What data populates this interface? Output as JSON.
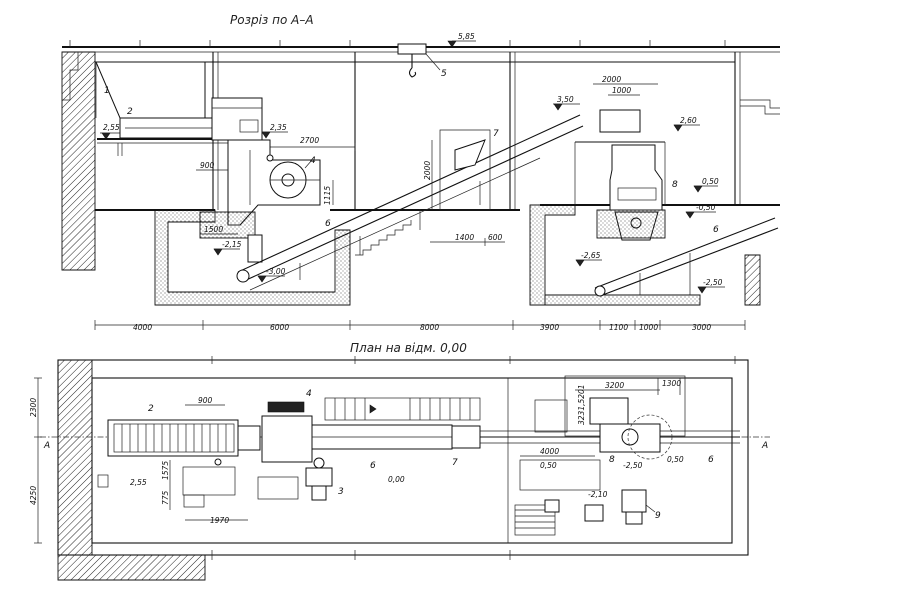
{
  "section": {
    "title": "Розріз по А–А",
    "levels": {
      "top": "5,85",
      "left_platform": "2,55",
      "feeder": "2,35",
      "right_upper": "3,50",
      "right_platform": "2,60",
      "right_small": "0,50",
      "right_small_neg": "-0,50",
      "pit_left": "-2,15",
      "pit_conveyor": "-3,00",
      "pit_right": "-2,65",
      "pit_far_right": "-2,50"
    },
    "dims": {
      "d900": "900",
      "d2700": "2700",
      "d2000_vertical": "2000",
      "d2000_top": "2000",
      "d1000_top": "1000",
      "d1115": "1115",
      "d1500": "1500",
      "d1400": "1400",
      "d600": "600"
    },
    "bottom_dims": [
      "4000",
      "6000",
      "8000",
      "3900",
      "1100",
      "1000",
      "3000"
    ],
    "labels": [
      "1",
      "2",
      "4",
      "5",
      "6",
      "7",
      "8",
      "6"
    ]
  },
  "plan": {
    "title": "План на відм. 0,00",
    "levels": {
      "left": "2,55",
      "center": "0,00",
      "right_a": "0,50",
      "right_b": "-2,50",
      "right_c": "0,50",
      "right_d": "-2,10"
    },
    "dims": {
      "d900": "900",
      "d1575": "1575",
      "d775": "775",
      "d1970": "1970",
      "d3200": "3200",
      "d1300": "1300",
      "d4000": "4000",
      "d2300": "2300",
      "d4250": "4250",
      "d3231": "3231,5201"
    },
    "axis_marks": [
      "А",
      "А"
    ],
    "labels": [
      "2",
      "4",
      "3",
      "6",
      "7",
      "8",
      "9",
      "6"
    ]
  }
}
